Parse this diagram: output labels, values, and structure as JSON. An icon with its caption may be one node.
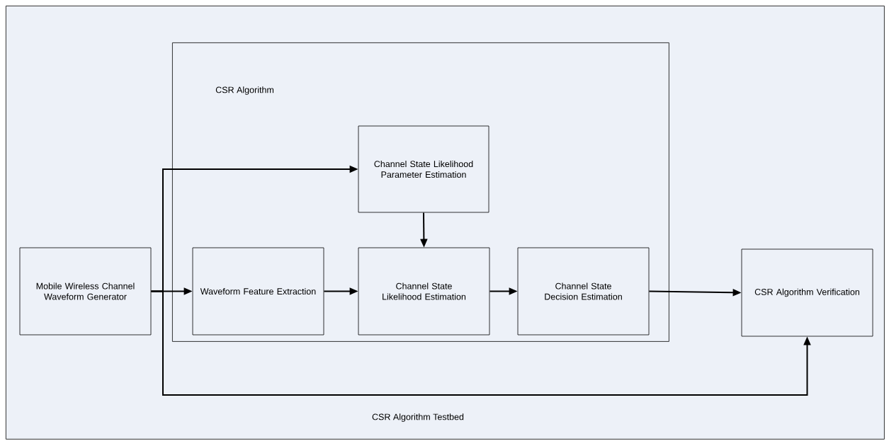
{
  "diagram": {
    "nodes": [
      {
        "text": [
          "CSR Algorithm Testbed"
        ]
      },
      {
        "text": [
          "CSR Algorithm"
        ],
        "in": 0
      },
      {
        "text": [
          "Channel State Likelihood Parameter Estimation"
        ],
        "in": 1
      },
      {
        "text": [
          "Mobile Wireless Channel Waveform Generator"
        ],
        "in": 0
      },
      {
        "text": [
          "Waveform Feature Extraction"
        ],
        "in": 1
      },
      {
        "text": [
          "Channel State Likelihood Estimation"
        ],
        "in": 1
      },
      {
        "text": [
          "Channel State Decision Estimation"
        ],
        "in": 1
      },
      {
        "text": [
          "CSR Algorithm Verification"
        ],
        "in": 0
      }
    ],
    "edges": [
      {
        "from": 3,
        "to": 4,
        "arrow": "to"
      },
      {
        "from": 3,
        "to": 2,
        "arrow": "to"
      },
      {
        "from": 3,
        "to": 7,
        "arrow": "to"
      },
      {
        "from": 2,
        "to": 5,
        "arrow": "to"
      },
      {
        "from": 4,
        "to": 5,
        "arrow": "to"
      },
      {
        "from": 5,
        "to": 6,
        "arrow": "to"
      },
      {
        "from": 6,
        "to": 7,
        "arrow": "to"
      }
    ]
  }
}
